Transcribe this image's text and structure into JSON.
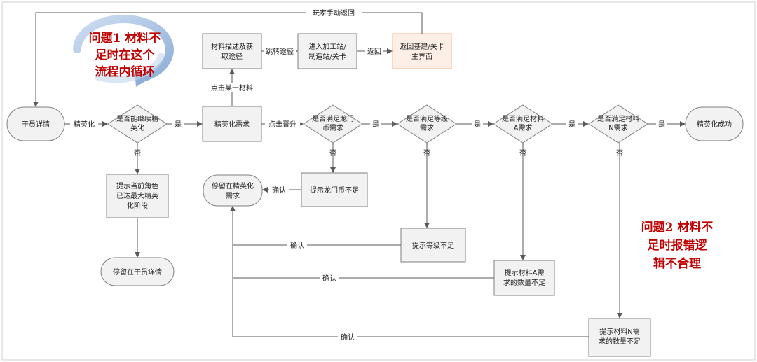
{
  "nodes": {
    "gan_yuan_xiang_qing": [
      "干员详情"
    ],
    "can_continue": [
      "是否能继续精",
      "英化"
    ],
    "jing_ying_xu_qiu": [
      "精英化需求"
    ],
    "cai_liao_miao_shu": [
      "材料描述及获",
      "取途径"
    ],
    "jin_ru_jia_gong": [
      "进入加工站/",
      "制造站/关卡"
    ],
    "fan_hui_ji_jian": [
      "返回基建/关卡",
      "主界面"
    ],
    "long_men_bi": [
      "是否满足龙门",
      "币需求"
    ],
    "deng_ji": [
      "是否满足等级",
      "需求"
    ],
    "cai_liao_a": [
      "是否满足材料",
      "A需求"
    ],
    "cai_liao_n": [
      "是否满足材料",
      "N需求"
    ],
    "cheng_gong": [
      "精英化成功"
    ],
    "ti_shi_zui_da": [
      "提示当前角色",
      "已达最大精英",
      "化阶段"
    ],
    "ting_liu_gan_yuan": [
      "停留在干员详情"
    ],
    "ting_liu_xu_qiu": [
      "停留在精英化",
      "需求"
    ],
    "ti_shi_long_men": [
      "提示龙门币不足"
    ],
    "ti_shi_deng_ji": [
      "提示等级不足"
    ],
    "ti_shi_a": [
      "提示材料A需",
      "求的数量不足"
    ],
    "ti_shi_n": [
      "提示材料N需",
      "求的数量不足"
    ]
  },
  "edges": {
    "jing_ying_hua": "精英化",
    "shi": "是",
    "fou": "否",
    "dian_ji_cai_liao": "点击某一材料",
    "tiao_zhuan": "跳转途径",
    "fan_hui": "返回",
    "dian_ji_jin_sheng": "点击晋升",
    "que_ren": "确认",
    "wan_jia_fan_hui": "玩家手动返回"
  },
  "notes": {
    "q1_lines": [
      "问题1 材料不",
      "足时在这个",
      "流程内循环"
    ],
    "q2_lines": [
      "问题2 材料不",
      "足时报错逻",
      "辑不合理"
    ]
  },
  "colors": {
    "node_fill": "#f2f2f2",
    "node_stroke": "#7f7f7f",
    "highlight_fill": "#fdeee6",
    "highlight_stroke": "#f4b183",
    "note_red": "#c00000",
    "loop_arrow": "#8eb4e3",
    "line": "#595959"
  }
}
